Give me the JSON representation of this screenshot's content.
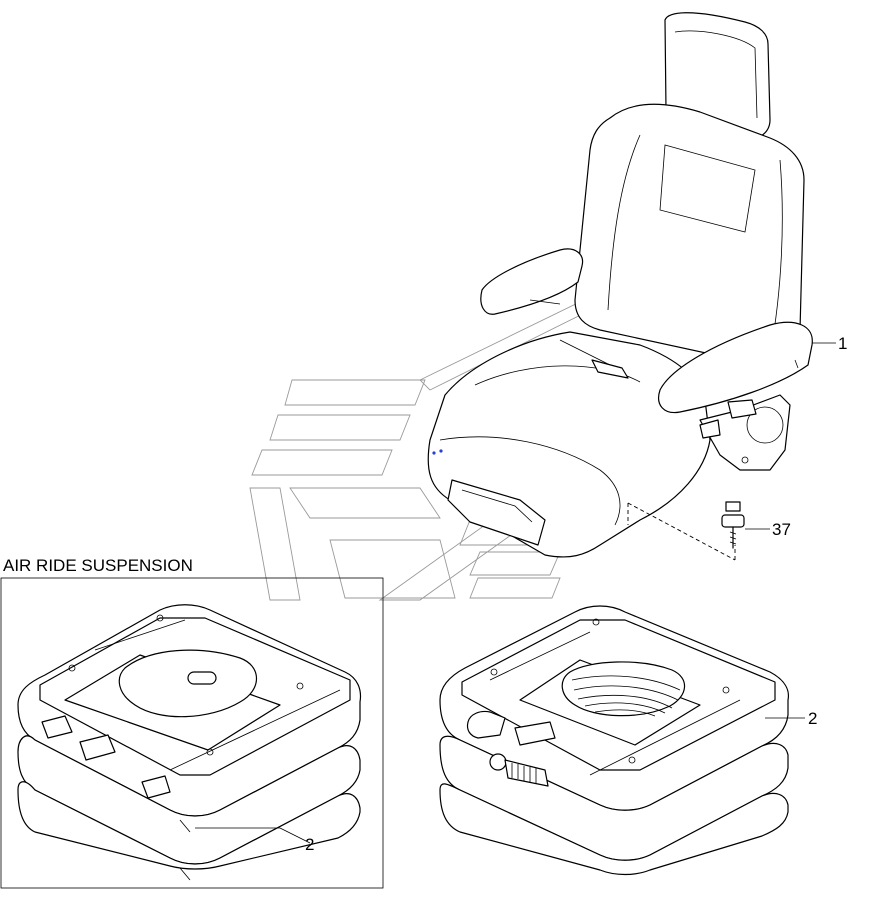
{
  "section_title": "AIR RIDE SUSPENSION",
  "callouts": {
    "seat": "1",
    "bolt": "37",
    "suspension_right": "2",
    "suspension_left": "2"
  }
}
